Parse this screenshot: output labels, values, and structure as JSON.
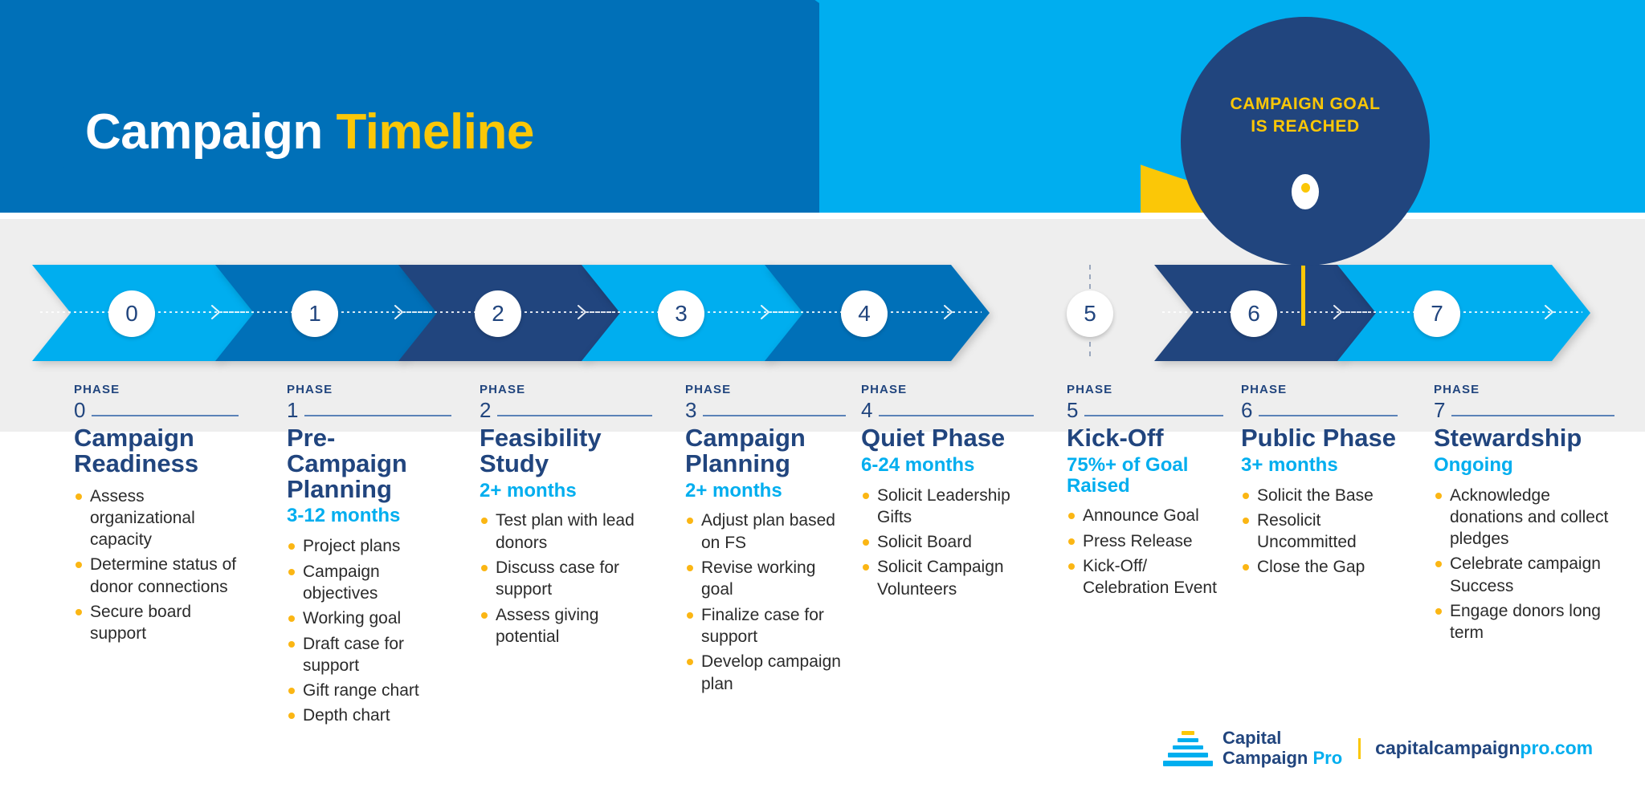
{
  "header": {
    "title_white": "Campaign",
    "title_yellow": "Timeline",
    "goal_badge": {
      "line1": "CAMPAIGN GOAL",
      "line2": "IS REACHED"
    },
    "colors": {
      "dark_blue": "#21457e",
      "medium_blue": "#0070b8",
      "cyan": "#00aeef",
      "yellow": "#fbc707",
      "bullet_gold": "#fbb614",
      "band_grey": "#eeeeee"
    }
  },
  "timeline": {
    "markers": [
      "0",
      "1",
      "2",
      "3",
      "4",
      "5",
      "6",
      "7"
    ],
    "chevron_colors": [
      "#00aeef",
      "#0070b8",
      "#21457e",
      "#00aeef",
      "#0070b8",
      "",
      "#21457e",
      "#00aeef"
    ],
    "gap_marker": "5"
  },
  "columns": [
    {
      "phase_word": "PHASE",
      "number": "0",
      "title": "Campaign Readiness",
      "subtitle": "",
      "bullets": [
        "Assess organizational capacity",
        "Determine status of donor connections",
        "Secure board support"
      ]
    },
    {
      "phase_word": "PHASE",
      "number": "1",
      "title": "Pre-Campaign Planning",
      "subtitle": "3-12 months",
      "bullets": [
        "Project plans",
        "Campaign objectives",
        "Working goal",
        "Draft case for support",
        "Gift range chart",
        "Depth chart"
      ]
    },
    {
      "phase_word": "PHASE",
      "number": "2",
      "title": "Feasibility Study",
      "subtitle": "2+ months",
      "bullets": [
        "Test plan with lead donors",
        "Discuss case for support",
        "Assess giving potential"
      ]
    },
    {
      "phase_word": "PHASE",
      "number": "3",
      "title": "Campaign Planning",
      "subtitle": "2+ months",
      "bullets": [
        "Adjust plan based on FS",
        "Revise working goal",
        "Finalize case for support",
        "Develop campaign plan"
      ]
    },
    {
      "phase_word": "PHASE",
      "number": "4",
      "title": "Quiet Phase",
      "subtitle": "6-24 months",
      "bullets": [
        "Solicit Leadership Gifts",
        "Solicit Board",
        "Solicit Campaign Volunteers"
      ]
    },
    {
      "phase_word": "PHASE",
      "number": "5",
      "title": "Kick-Off",
      "subtitle": "75%+ of Goal Raised",
      "bullets": [
        "Announce Goal",
        "Press Release",
        "Kick-Off/ Celebration Event"
      ]
    },
    {
      "phase_word": "PHASE",
      "number": "6",
      "title": "Public Phase",
      "subtitle": "3+ months",
      "bullets": [
        "Solicit the Base",
        "Resolicit Uncommitted",
        "Close the Gap"
      ]
    },
    {
      "phase_word": "PHASE",
      "number": "7",
      "title": "Stewardship",
      "subtitle": "Ongoing",
      "bullets": [
        "Acknowledge donations and collect pledges",
        "Celebrate campaign Success",
        "Engage donors long term"
      ]
    }
  ],
  "footer": {
    "logo_line1": "Capital",
    "logo_line2": "Campaign ",
    "logo_line2_accent": "Pro",
    "website": "capitalcampaign",
    "website_accent": "pro.com"
  }
}
